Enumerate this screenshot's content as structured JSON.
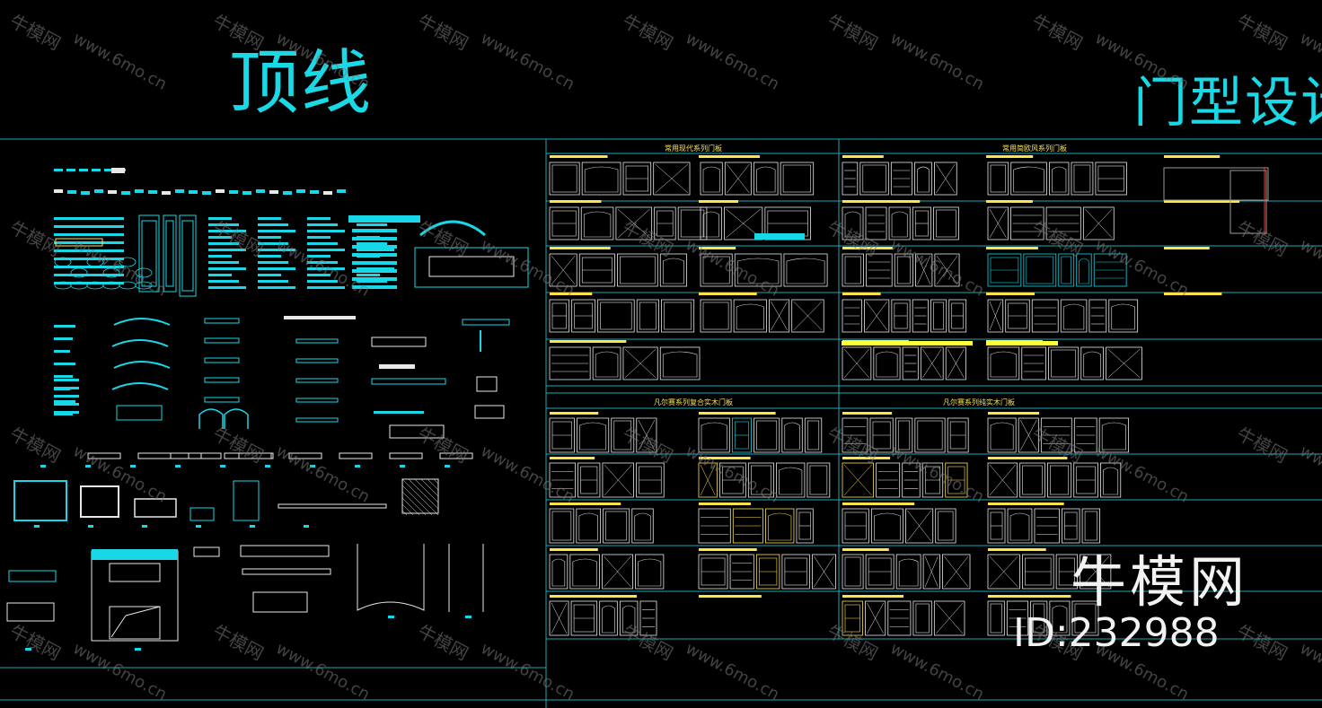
{
  "drawing": {
    "title_left": "顶线",
    "title_right": "门型设计",
    "sections": {
      "modern_doors": "常用现代系列门板",
      "classic_doors": "常用简欧风系列门板",
      "series_composite": "凡尔赛系列复合实木门板",
      "series_solid": "凡尔赛系列纯实木门板"
    }
  },
  "watermark": {
    "brand_cn": "牛模网",
    "site": "www.6mo.cn",
    "brand_large": "牛模网",
    "id_label": "ID:232988"
  },
  "colors": {
    "background": "#000000",
    "line_cyan": "#18d8e8",
    "frame": "#1aaab6",
    "title": "#19d9e6",
    "label_yellow": "#ffe34a",
    "drawing_white": "#e8e8e8",
    "grey": "#9a9a9a"
  },
  "icons": [
    "cad-molding-profile-icon",
    "cad-door-panel-icon",
    "cad-ornament-icon"
  ]
}
